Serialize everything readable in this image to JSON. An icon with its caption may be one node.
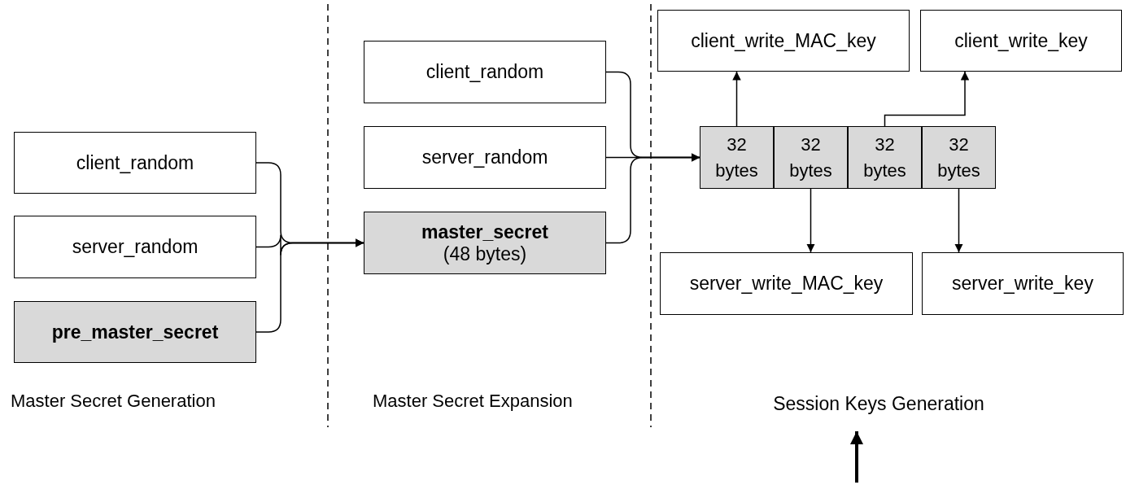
{
  "diagram": {
    "nodes": [
      {
        "text": [
          "client_random"
        ]
      },
      {
        "text": [
          "server_random"
        ]
      },
      {
        "text": [
          "pre_master_secret"
        ]
      },
      {
        "text": [
          "client_random"
        ]
      },
      {
        "text": [
          "server_random"
        ]
      },
      {
        "text": [
          "master_secret",
          "(48 bytes)"
        ]
      },
      {
        "text": [
          "client_write_MAC_key"
        ]
      },
      {
        "text": [
          "client_write_key"
        ]
      },
      {
        "text": [
          "32 bytes"
        ]
      },
      {
        "text": [
          "32 bytes"
        ]
      },
      {
        "text": [
          "32 bytes"
        ]
      },
      {
        "text": [
          "32 bytes"
        ]
      },
      {
        "text": [
          "server_write_MAC_key"
        ]
      },
      {
        "text": [
          "server_write_key"
        ]
      },
      {
        "text": [
          "Session Keys Generation"
        ]
      }
    ],
    "edges": [
      {
        "from": 0,
        "to": 5,
        "arrow": "to"
      },
      {
        "from": 1,
        "to": 5,
        "arrow": "to"
      },
      {
        "from": 2,
        "to": 5,
        "arrow": "to"
      },
      {
        "from": 3,
        "to": 8,
        "arrow": "to"
      },
      {
        "from": 4,
        "to": 8,
        "arrow": "to"
      },
      {
        "from": 5,
        "to": 8,
        "arrow": "to"
      },
      {
        "from": 8,
        "to": 6,
        "arrow": "to"
      },
      {
        "from": 10,
        "to": 7,
        "arrow": "to"
      },
      {
        "from": 9,
        "to": 12,
        "arrow": "to"
      },
      {
        "from": 11,
        "to": 13,
        "arrow": "to"
      },
      {
        "from": null,
        "to": 14,
        "arrow": "to",
        "style": "thick"
      }
    ],
    "labels": [
      "Master Secret Generation",
      "Master Secret Expansion"
    ]
  }
}
